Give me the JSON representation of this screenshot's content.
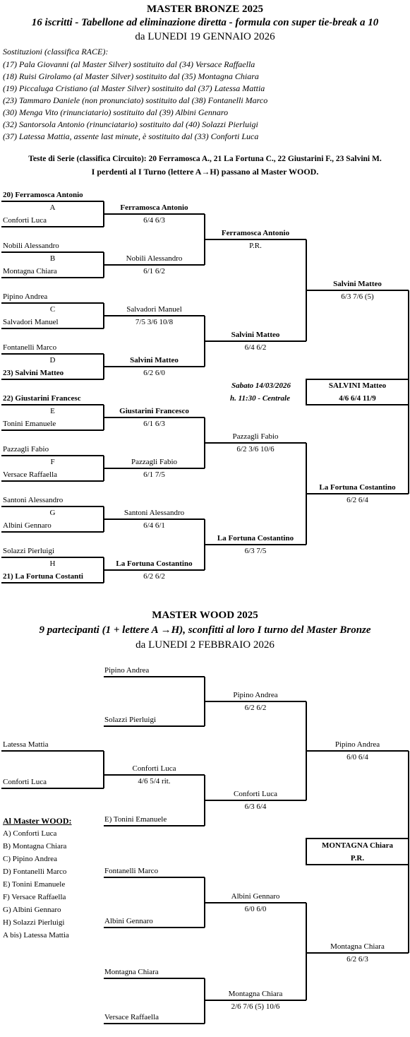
{
  "bronze": {
    "title": "MASTER  BRONZE 2025",
    "subtitle": "16 iscritti - Tabellone ad eliminazione diretta - formula con super tie-break a 10",
    "start": "da LUNEDI 19 GENNAIO 2026",
    "subs_title": "Sostituzioni (classifica RACE):",
    "subs": [
      "(17) Pala Giovanni (al Master Silver) sostituito dal (34) Versace Raffaella",
      "(18) Ruisi Girolamo (al Master Silver) sostituito dal (35) Montagna Chiara",
      "(19) Piccaluga Cristiano (al Master Silver) sostituito dal (37) Latessa Mattia",
      "(23) Tammaro Daniele (non pronunciato) sostituito dal (38) Fontanelli Marco",
      "(30) Menga Vito (rinunciatario) sostituito dal (39) Albini Gennaro",
      "(32) Santorsola Antonio (rinunciatario) sostituito dal (40) Solazzi Pierluigi",
      "(37) Latessa Mattia, assente last minute, è sostituito dal (33) Conforti Luca"
    ],
    "seeds_line1": "Teste di Serie (classifica Circuito): 20 Ferramosca A., 21 La Fortuna C., 22 Giustarini F., 23 Salvini M.",
    "seeds_line2": "I perdenti al I Turno (lettere A→H) passano al Master WOOD.",
    "r1": [
      {
        "top": "20) Ferramosca Antonio",
        "letter": "A",
        "bottom": "Conforti Luca",
        "topBold": true,
        "bottomBold": false
      },
      {
        "top": "Nobili Alessandro",
        "letter": "B",
        "bottom": "Montagna Chiara",
        "topBold": false,
        "bottomBold": false
      },
      {
        "top": "Pipino Andrea",
        "letter": "C",
        "bottom": "Salvadori Manuel",
        "topBold": false,
        "bottomBold": false
      },
      {
        "top": "Fontanelli Marco",
        "letter": "D",
        "bottom": "23) Salvini Matteo",
        "topBold": false,
        "bottomBold": true
      },
      {
        "top": "22) Giustarini Francesc",
        "letter": "E",
        "bottom": "Tonini Emanuele",
        "topBold": true,
        "bottomBold": false
      },
      {
        "top": "Pazzagli Fabio",
        "letter": "F",
        "bottom": "Versace Raffaella",
        "topBold": false,
        "bottomBold": false
      },
      {
        "top": "Santoni Alessandro",
        "letter": "G",
        "bottom": "Albini Gennaro",
        "topBold": false,
        "bottomBold": false
      },
      {
        "top": "Solazzi Pierluigi",
        "letter": "H",
        "bottom": "21) La Fortuna Costanti",
        "topBold": false,
        "bottomBold": true
      }
    ],
    "r2": [
      {
        "name": "Ferramosca Antonio",
        "score": "6/4  6/3",
        "bold": true
      },
      {
        "name": "Nobili Alessandro",
        "score": "6/1  6/2",
        "bold": false
      },
      {
        "name": "Salvadori Manuel",
        "score": "7/5  3/6  10/8",
        "bold": false
      },
      {
        "name": "Salvini Matteo",
        "score": "6/2  6/0",
        "bold": true
      },
      {
        "name": "Giustarini Francesco",
        "score": "6/1  6/3",
        "bold": true
      },
      {
        "name": "Pazzagli Fabio",
        "score": "6/1  7/5",
        "bold": false
      },
      {
        "name": "Santoni Alessandro",
        "score": "6/4  6/1",
        "bold": false
      },
      {
        "name": "La Fortuna Costantino",
        "score": "6/2  6/2",
        "bold": true
      }
    ],
    "r3": [
      {
        "name": "Ferramosca Antonio",
        "score": "P.R.",
        "bold": true
      },
      {
        "name": "Salvini Matteo",
        "score": "6/4  6/2",
        "bold": true
      },
      {
        "name": "Pazzagli Fabio",
        "score": "6/2  3/6  10/6",
        "bold": false
      },
      {
        "name": "La Fortuna Costantino",
        "score": "6/3  7/5",
        "bold": true
      }
    ],
    "r4": [
      {
        "name": "Salvini Matteo",
        "score": "6/3  7/6 (5)",
        "bold": true
      },
      {
        "name": "La Fortuna Costantino",
        "score": "6/2  6/4",
        "bold": true
      }
    ],
    "final_date": "Sabato 14/03/2026",
    "final_time": "h. 11:30 - Centrale",
    "champion": "SALVINI  Matteo",
    "champion_score": "4/6  6/4  11/9"
  },
  "wood": {
    "title": "MASTER  WOOD  2025",
    "subtitle": "9 partecipanti (1 + lettere A →H), sconfitti al loro I turno del Master Bronze",
    "start": "da LUNEDI 2 FEBBRAIO 2026",
    "prelim": {
      "top": "Latessa Mattia",
      "bottom": "Conforti Luca",
      "winner": "Conforti Luca",
      "score": "4/6  5/4  rit."
    },
    "r1": [
      {
        "top": "Pipino Andrea",
        "bottom": "Solazzi Pierluigi"
      },
      {
        "top": "",
        "bottom": "E) Tonini Emanuele"
      },
      {
        "top": "Fontanelli Marco",
        "bottom": "Albini Gennaro"
      },
      {
        "top": "Montagna Chiara",
        "bottom": "Versace Raffaella"
      }
    ],
    "r2": [
      {
        "name": "Pipino Andrea",
        "score": "6/2  6/2"
      },
      {
        "name": "Conforti Luca",
        "score": "6/3  6/4"
      },
      {
        "name": "Albini Gennaro",
        "score": "6/0  6/0"
      },
      {
        "name": "Montagna Chiara",
        "score": "2/6  7/6 (5)  10/6"
      }
    ],
    "r3": [
      {
        "name": "Pipino Andrea",
        "score": "6/0  6/4"
      },
      {
        "name": "Montagna Chiara",
        "score": "6/2  6/3"
      }
    ],
    "champion": "MONTAGNA  Chiara",
    "champion_score": "P.R.",
    "list_title": "Al Master WOOD:",
    "list": [
      "A) Conforti  Luca",
      "B) Montagna Chiara",
      "C) Pipino  Andrea",
      "D) Fontanelli Marco",
      "E) Tonini Emanuele",
      "F) Versace Raffaella",
      "G) Albini Gennaro",
      "H) Solazzi Pierluigi",
      "A bis) Latessa Mattia"
    ]
  }
}
